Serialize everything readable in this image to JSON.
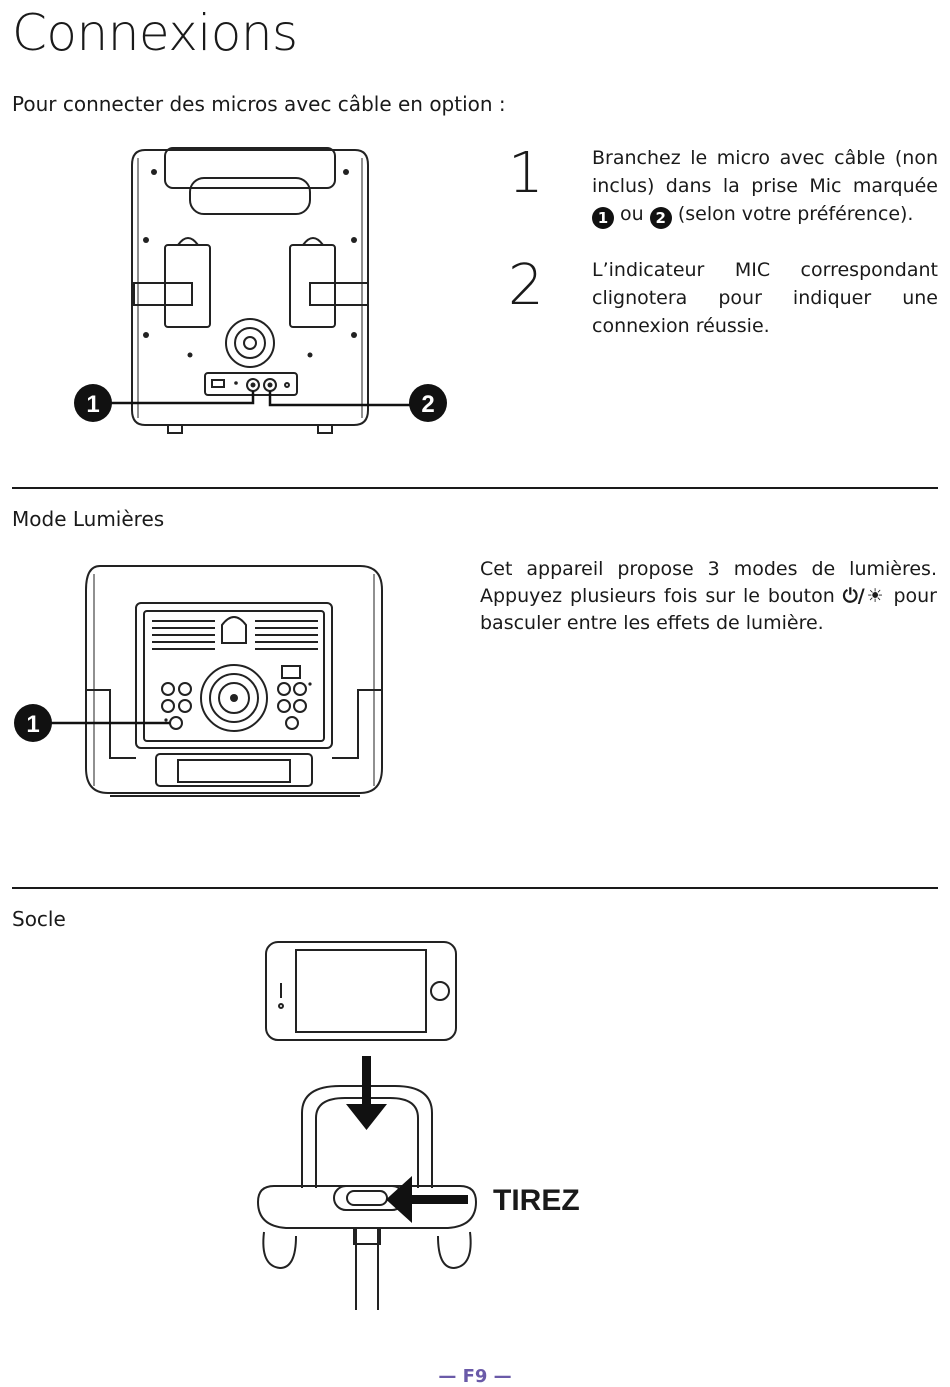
{
  "page": {
    "title": "Connexions",
    "subtitle": "Pour connecter des micros avec câble en option :",
    "footer": "— F9 —"
  },
  "mic_section": {
    "callouts": [
      "1",
      "2"
    ],
    "steps": [
      {
        "number": "1",
        "text_before": "Branchez le micro avec câble (non inclus) dans la prise Mic marquée",
        "badge_a": "1",
        "text_middle": "ou",
        "badge_b": "2",
        "text_after": "(selon votre préférence)."
      },
      {
        "number": "2",
        "text": "L’indicateur MIC correspondant clignotera pour indiquer une connexion réussie."
      }
    ]
  },
  "light_section": {
    "title": "Mode Lumières",
    "callout": "1",
    "text_before": "Cet appareil propose 3 modes de lumières. Appuyez plusieurs fois sur le bouton",
    "button_symbol": "⏻/☀",
    "text_after": "pour basculer entre les effets de lumière."
  },
  "dock_section": {
    "title": "Socle",
    "pull_label": "TIREZ"
  }
}
